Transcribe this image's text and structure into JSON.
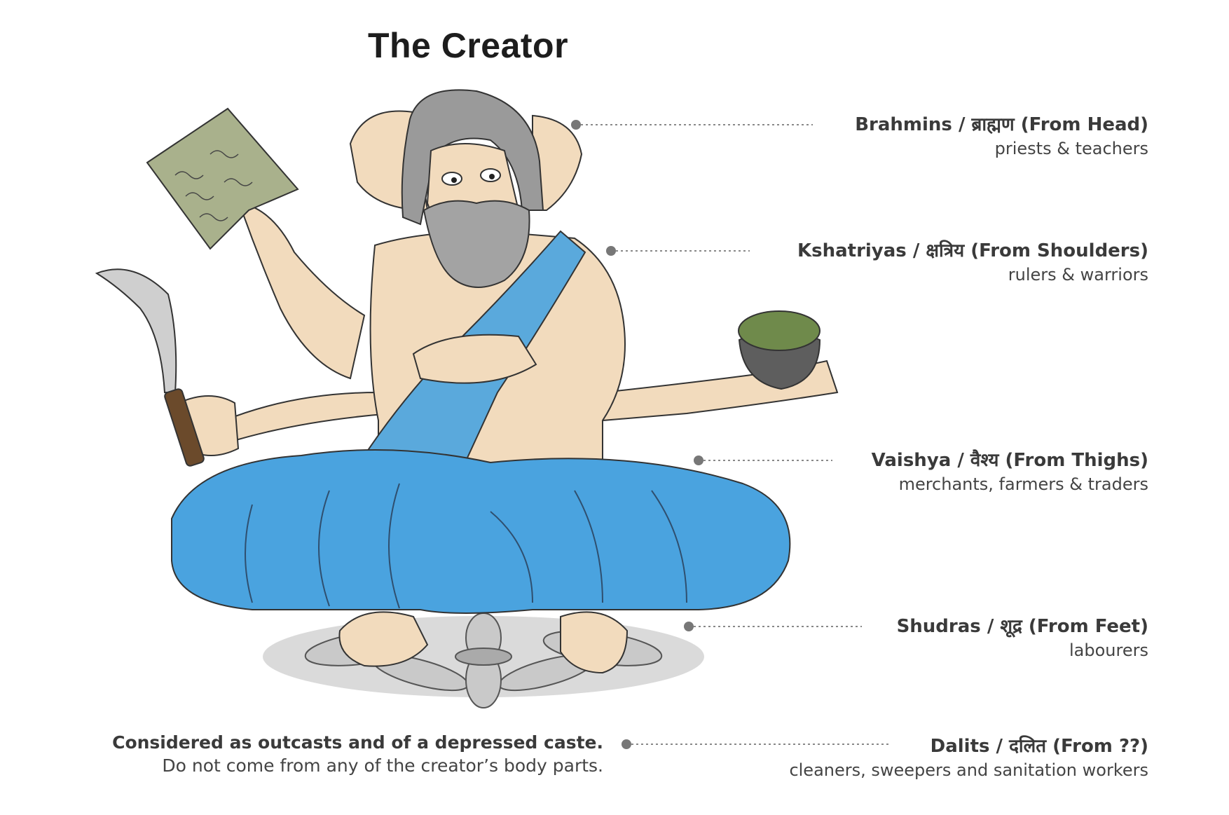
{
  "title": "The Creator",
  "castes": [
    {
      "name": "Brahmins / ब्राह्मण (From Head)",
      "role": "priests & teachers"
    },
    {
      "name": "Kshatriyas / क्षत्रिय (From Shoulders)",
      "role": "rulers & warriors"
    },
    {
      "name": "Vaishya / वैश्य (From Thighs)",
      "role": "merchants, farmers & traders"
    },
    {
      "name": "Shudras / शूद्र (From Feet)",
      "role": "labourers"
    },
    {
      "name": "Dalits / दलित (From ??)",
      "role": "cleaners, sweepers and sanitation workers"
    }
  ],
  "outcast_note": {
    "line1": "Considered as outcasts and of a depressed caste.",
    "line2": "Do not come from any of the creator’s body parts."
  },
  "colors": {
    "robe": "#4aa3df",
    "skin": "#f2dbbd",
    "hair": "#9a9a9a",
    "leader_dot": "#777777",
    "paper": "#a9b18c"
  }
}
